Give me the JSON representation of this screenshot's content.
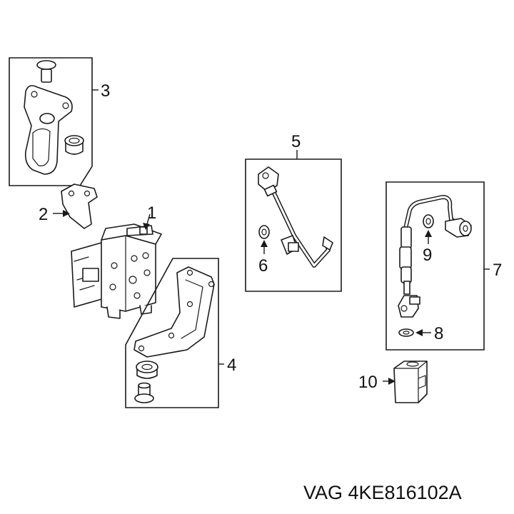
{
  "callouts": {
    "c1": "1",
    "c2": "2",
    "c3": "3",
    "c4": "4",
    "c5": "5",
    "c6": "6",
    "c7": "7",
    "c8": "8",
    "c9": "9",
    "c10": "10"
  },
  "part_number": "VAG 4KE816102A"
}
